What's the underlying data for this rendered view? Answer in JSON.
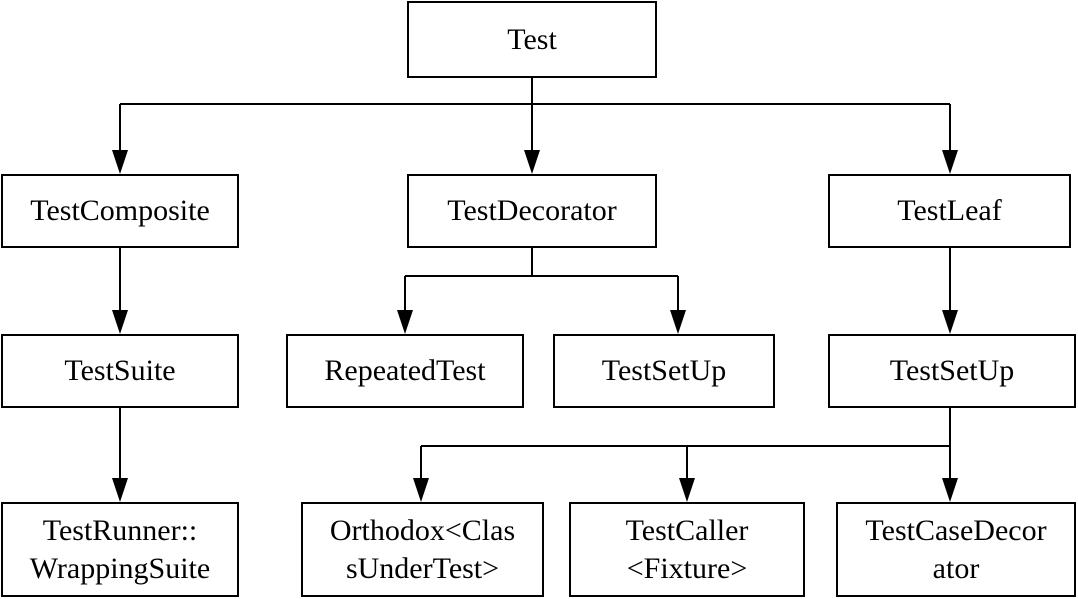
{
  "nodes": {
    "test": {
      "lines": [
        "Test"
      ]
    },
    "test_composite": {
      "lines": [
        "TestComposite"
      ]
    },
    "test_decorator": {
      "lines": [
        "TestDecorator"
      ]
    },
    "test_leaf": {
      "lines": [
        "TestLeaf"
      ]
    },
    "test_suite": {
      "lines": [
        "TestSuite"
      ]
    },
    "repeated_test": {
      "lines": [
        "RepeatedTest"
      ]
    },
    "test_setup_mid": {
      "lines": [
        "TestSetUp"
      ]
    },
    "test_setup_right": {
      "lines": [
        "TestSetUp"
      ]
    },
    "wrapping_suite": {
      "lines": [
        "TestRunner::",
        "WrappingSuite"
      ]
    },
    "orthodox": {
      "lines": [
        "Orthodox<Clas",
        "sUnderTest>"
      ]
    },
    "test_caller": {
      "lines": [
        "TestCaller",
        "<Fixture>"
      ]
    },
    "test_case_decorator": {
      "lines": [
        "TestCaseDecor",
        "ator"
      ]
    }
  },
  "edges": [
    {
      "from": "test",
      "to": "test_composite"
    },
    {
      "from": "test",
      "to": "test_decorator"
    },
    {
      "from": "test",
      "to": "test_leaf"
    },
    {
      "from": "test_composite",
      "to": "test_suite"
    },
    {
      "from": "test_suite",
      "to": "wrapping_suite"
    },
    {
      "from": "test_decorator",
      "to": "repeated_test"
    },
    {
      "from": "test_decorator",
      "to": "test_setup_mid"
    },
    {
      "from": "test_leaf",
      "to": "test_setup_right"
    },
    {
      "from": "test_setup_right",
      "to": "orthodox"
    },
    {
      "from": "test_setup_right",
      "to": "test_caller"
    },
    {
      "from": "test_setup_right",
      "to": "test_case_decorator"
    }
  ]
}
